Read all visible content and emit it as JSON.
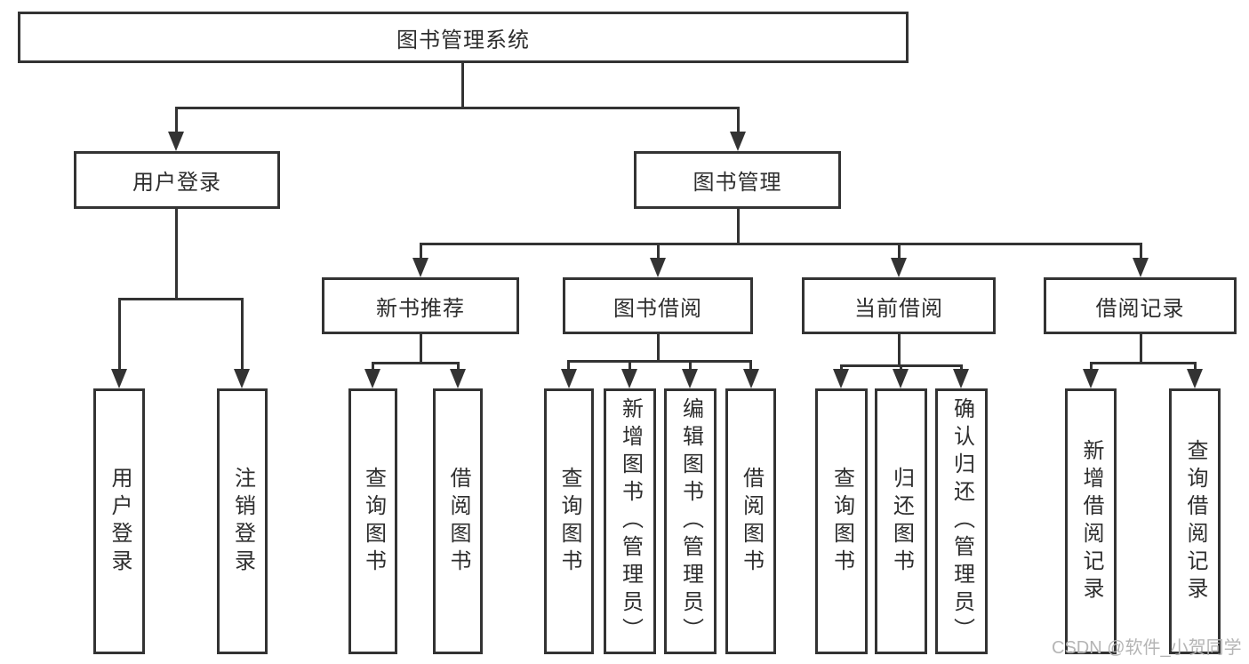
{
  "colors": {
    "line": "#333333",
    "text": "#2e2e2e",
    "watermark": "#b5b5b5",
    "background": "#ffffff"
  },
  "watermark": "CSDN @软件_小贺同学",
  "tree": {
    "label": "图书管理系统",
    "children": [
      {
        "label": "用户登录",
        "children": [
          {
            "label": "用户登录"
          },
          {
            "label": "注销登录"
          }
        ]
      },
      {
        "label": "图书管理",
        "children": [
          {
            "label": "新书推荐",
            "children": [
              {
                "label": "查询图书"
              },
              {
                "label": "借阅图书"
              }
            ]
          },
          {
            "label": "图书借阅",
            "children": [
              {
                "label": "查询图书"
              },
              {
                "label": "新增图书（管理员）"
              },
              {
                "label": "编辑图书（管理员）"
              },
              {
                "label": "借阅图书"
              }
            ]
          },
          {
            "label": "当前借阅",
            "children": [
              {
                "label": "查询图书"
              },
              {
                "label": "归还图书"
              },
              {
                "label": "确认归还（管理员）"
              }
            ]
          },
          {
            "label": "借阅记录",
            "children": [
              {
                "label": "新增借阅记录"
              },
              {
                "label": "查询借阅记录"
              }
            ]
          }
        ]
      }
    ]
  }
}
